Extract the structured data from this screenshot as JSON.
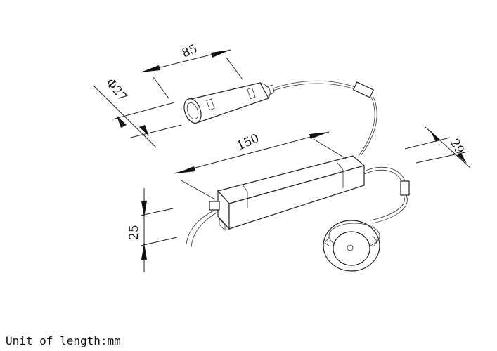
{
  "diagram": {
    "dimensions": {
      "battery_length": "85",
      "battery_diameter": "Φ27",
      "driver_length": "150",
      "driver_height": "25",
      "light_diameter": "29"
    },
    "footer": {
      "unit_note": "Unit of length:mm"
    }
  }
}
